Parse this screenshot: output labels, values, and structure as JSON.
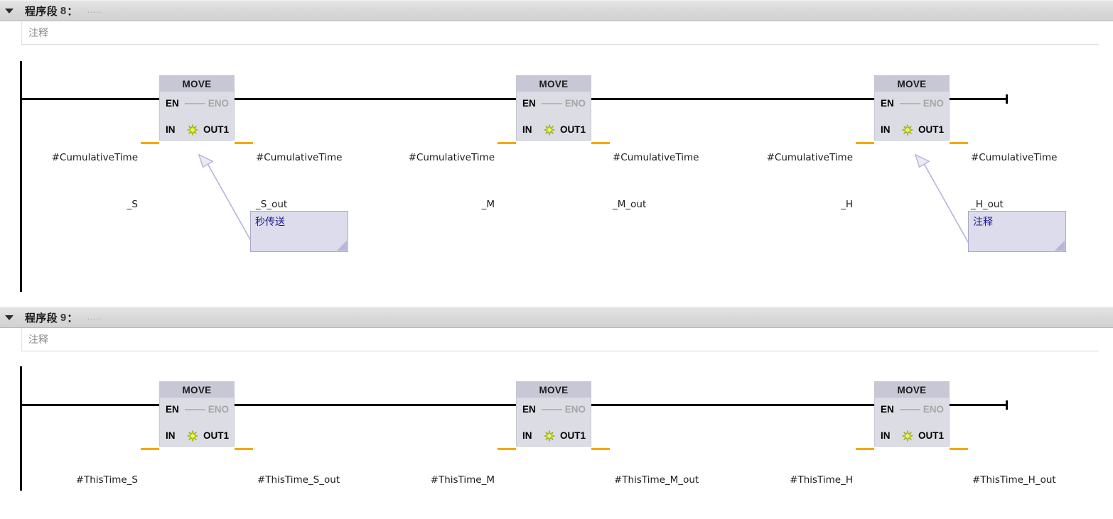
{
  "networks": [
    {
      "collapse_icon": "triangle-down-icon",
      "title": "程序段",
      "number": "8",
      "colon": "：",
      "ellipsis": ".....",
      "comment_placeholder": "注释",
      "blocks": [
        {
          "name": "MOVE",
          "en": "EN",
          "eno": "ENO",
          "in": "IN",
          "out": "OUT1",
          "icon": "starburst-icon",
          "in_operand_line1": "#CumulativeTime",
          "in_operand_line2": "_S",
          "out_operand_line1": "#CumulativeTime",
          "out_operand_line2": "_S_out"
        },
        {
          "name": "MOVE",
          "en": "EN",
          "eno": "ENO",
          "in": "IN",
          "out": "OUT1",
          "icon": "starburst-icon",
          "in_operand_line1": "#CumulativeTime",
          "in_operand_line2": "_M",
          "out_operand_line1": "#CumulativeTime",
          "out_operand_line2": "_M_out"
        },
        {
          "name": "MOVE",
          "en": "EN",
          "eno": "ENO",
          "in": "IN",
          "out": "OUT1",
          "icon": "starburst-icon",
          "in_operand_line1": "#CumulativeTime",
          "in_operand_line2": "_H",
          "out_operand_line1": "#CumulativeTime",
          "out_operand_line2": "_H_out"
        }
      ],
      "callouts": [
        {
          "text": "秒传送"
        },
        {
          "text": "注释"
        }
      ]
    },
    {
      "collapse_icon": "triangle-down-icon",
      "title": "程序段",
      "number": "9",
      "colon": "：",
      "ellipsis": ".....",
      "comment_placeholder": "注释",
      "blocks": [
        {
          "name": "MOVE",
          "en": "EN",
          "eno": "ENO",
          "in": "IN",
          "out": "OUT1",
          "icon": "starburst-icon",
          "in_operand_line1": "#ThisTime_S",
          "in_operand_line2": "",
          "out_operand_line1": "#ThisTime_S_out",
          "out_operand_line2": ""
        },
        {
          "name": "MOVE",
          "en": "EN",
          "eno": "ENO",
          "in": "IN",
          "out": "OUT1",
          "icon": "starburst-icon",
          "in_operand_line1": "#ThisTime_M",
          "in_operand_line2": "",
          "out_operand_line1": "#ThisTime_M_out",
          "out_operand_line2": ""
        },
        {
          "name": "MOVE",
          "en": "EN",
          "eno": "ENO",
          "in": "IN",
          "out": "OUT1",
          "icon": "starburst-icon",
          "in_operand_line1": "#ThisTime_H",
          "in_operand_line2": "",
          "out_operand_line1": "#ThisTime_H_out",
          "out_operand_line2": ""
        }
      ],
      "callouts": []
    }
  ],
  "colors": {
    "header_bar": "#d9d9d9",
    "rail": "#000000",
    "operand_wire": "#f2a900",
    "block_fill": "#dcdce4",
    "block_title_fill": "#c7c7d6",
    "callout_fill": "#dcdcec",
    "callout_border": "#a8a8cc",
    "callout_text": "#1c1c8c",
    "eno_disabled": "#a6a6a6"
  }
}
